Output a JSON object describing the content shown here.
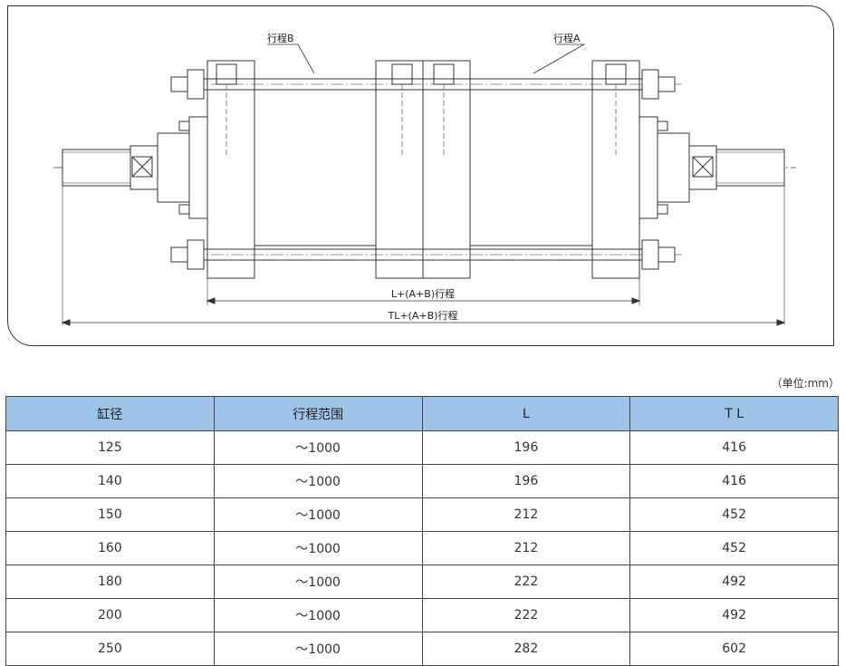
{
  "drawing": {
    "stroke_label_b": "行程B",
    "stroke_label_a": "行程A",
    "dim_inner": "L+(A+B)行程",
    "dim_outer": "TL+(A+B)行程"
  },
  "unit_note": "（单位:mm）",
  "table": {
    "headers": [
      "缸径",
      "行程范围",
      "L",
      "T L"
    ],
    "rows": [
      [
        "125",
        "～1000",
        "196",
        "416"
      ],
      [
        "140",
        "～1000",
        "196",
        "416"
      ],
      [
        "150",
        "～1000",
        "212",
        "452"
      ],
      [
        "160",
        "～1000",
        "212",
        "452"
      ],
      [
        "180",
        "～1000",
        "222",
        "492"
      ],
      [
        "200",
        "～1000",
        "222",
        "492"
      ],
      [
        "250",
        "～1000",
        "282",
        "602"
      ]
    ]
  },
  "colors": {
    "header_bg": "#9dc3e6",
    "line": "#333333"
  }
}
